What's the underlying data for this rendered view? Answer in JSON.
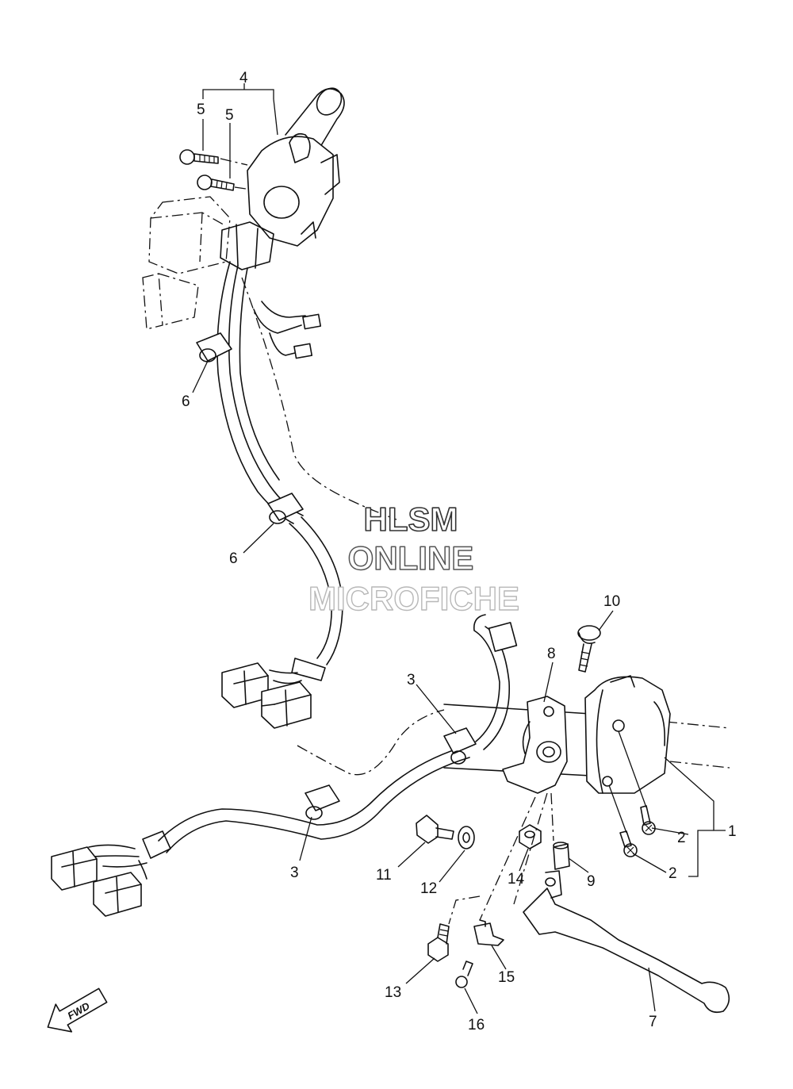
{
  "watermark": {
    "line1": "HLSM",
    "line2": "ONLINE",
    "line3": "MICROFICHE"
  },
  "fwd_label": "FWD",
  "callouts": [
    "1",
    "2",
    "2",
    "3",
    "3",
    "4",
    "5",
    "5",
    "6",
    "6",
    "7",
    "8",
    "9",
    "10",
    "11",
    "12",
    "13",
    "14",
    "15",
    "16"
  ],
  "colors": {
    "line": "#111111",
    "watermark_outline": "#333333",
    "watermark_light": "#b8b8b8"
  }
}
